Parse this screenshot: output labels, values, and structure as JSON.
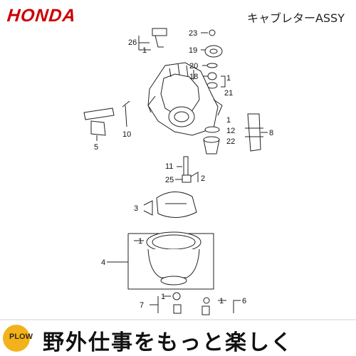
{
  "header": {
    "brand": "HONDA",
    "title": "キャブレターASSY"
  },
  "callouts": {
    "c26": "26",
    "c26_1": "1",
    "c23": "23",
    "c19": "19",
    "c20": "20",
    "c18": "18",
    "c18_1": "1",
    "c21": "21",
    "c10": "10",
    "c5": "5",
    "c1b": "1",
    "c12": "12",
    "c22": "22",
    "c8": "8",
    "c11": "11",
    "c25": "25",
    "c2": "2",
    "c3": "3",
    "c4": "4",
    "c4_1": "1",
    "c7": "7",
    "c7_1": "1",
    "c6": "6",
    "c6_1": "1"
  },
  "footer": {
    "logo_text": "PLOW",
    "slogan": "野外仕事をもっと楽しく"
  },
  "colors": {
    "brand": "#cc0000",
    "logo": "#f3b21b"
  }
}
